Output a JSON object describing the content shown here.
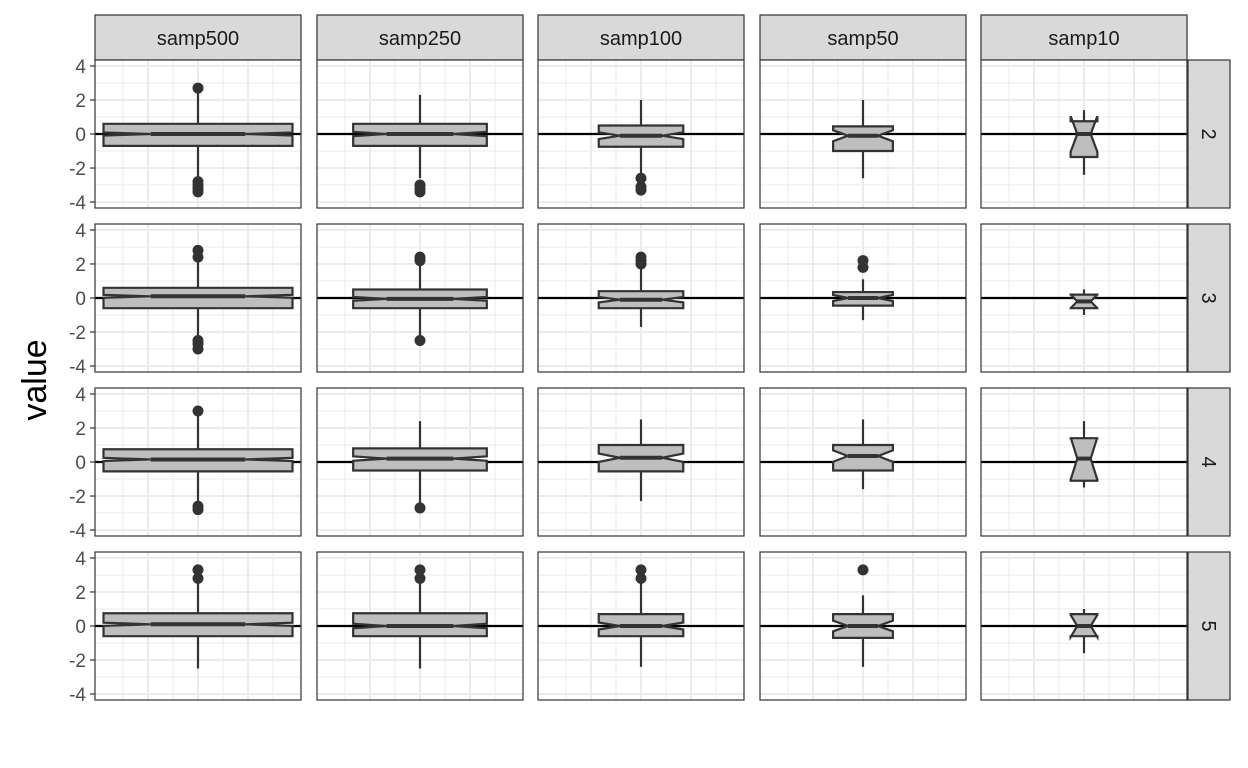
{
  "chart_data": {
    "type": "boxplot",
    "title": "",
    "xlabel": "",
    "ylabel": "value",
    "ylim": [
      -4.35,
      4.35
    ],
    "yticks": [
      -4,
      -2,
      0,
      2,
      4
    ],
    "hline": 0,
    "notched": true,
    "varwidth": true,
    "columns": [
      {
        "label": "samp500",
        "n": 500
      },
      {
        "label": "samp250",
        "n": 250
      },
      {
        "label": "samp100",
        "n": 100
      },
      {
        "label": "samp50",
        "n": 50
      },
      {
        "label": "samp10",
        "n": 10
      }
    ],
    "rows": [
      {
        "label": "2",
        "boxes": [
          {
            "q1": -0.7,
            "med": 0.0,
            "q3": 0.6,
            "lo": -2.6,
            "hi": 2.5,
            "out": [
              2.7,
              -2.8,
              -3.0,
              -3.2,
              -3.4
            ]
          },
          {
            "q1": -0.7,
            "med": 0.0,
            "q3": 0.6,
            "lo": -2.6,
            "hi": 2.3,
            "out": [
              -3.0,
              -3.2,
              -3.4
            ]
          },
          {
            "q1": -0.75,
            "med": -0.1,
            "q3": 0.5,
            "lo": -2.4,
            "hi": 2.0,
            "out": [
              -2.6,
              -3.1,
              -3.3
            ]
          },
          {
            "q1": -1.0,
            "med": -0.1,
            "q3": 0.45,
            "lo": -2.6,
            "hi": 2.0,
            "out": []
          },
          {
            "q1": -1.35,
            "med": 0.0,
            "q3": 0.75,
            "lo": -2.4,
            "hi": 1.4,
            "out": []
          }
        ]
      },
      {
        "label": "3",
        "boxes": [
          {
            "q1": -0.6,
            "med": 0.1,
            "q3": 0.6,
            "lo": -2.3,
            "hi": 2.1,
            "out": [
              2.4,
              2.8,
              -2.5,
              -2.7,
              -3.0
            ]
          },
          {
            "q1": -0.6,
            "med": -0.05,
            "q3": 0.5,
            "lo": -2.3,
            "hi": 1.9,
            "out": [
              2.2,
              2.4,
              -2.5
            ]
          },
          {
            "q1": -0.6,
            "med": -0.1,
            "q3": 0.4,
            "lo": -1.7,
            "hi": 1.8,
            "out": [
              2.0,
              2.2,
              2.4
            ]
          },
          {
            "q1": -0.45,
            "med": 0.0,
            "q3": 0.35,
            "lo": -1.3,
            "hi": 1.1,
            "out": [
              1.8,
              2.2
            ]
          },
          {
            "q1": -0.6,
            "med": -0.2,
            "q3": 0.2,
            "lo": -1.0,
            "hi": 0.5,
            "out": []
          }
        ]
      },
      {
        "label": "4",
        "boxes": [
          {
            "q1": -0.55,
            "med": 0.15,
            "q3": 0.75,
            "lo": -2.5,
            "hi": 2.7,
            "out": [
              3.0,
              -2.6,
              -2.8
            ]
          },
          {
            "q1": -0.5,
            "med": 0.2,
            "q3": 0.8,
            "lo": -2.4,
            "hi": 2.4,
            "out": [
              -2.7
            ]
          },
          {
            "q1": -0.55,
            "med": 0.25,
            "q3": 1.0,
            "lo": -2.3,
            "hi": 2.5,
            "out": []
          },
          {
            "q1": -0.5,
            "med": 0.35,
            "q3": 1.0,
            "lo": -1.6,
            "hi": 2.5,
            "out": []
          },
          {
            "q1": -1.1,
            "med": 0.2,
            "q3": 1.4,
            "lo": -1.5,
            "hi": 2.4,
            "out": []
          }
        ]
      },
      {
        "label": "5",
        "boxes": [
          {
            "q1": -0.6,
            "med": 0.1,
            "q3": 0.75,
            "lo": -2.5,
            "hi": 2.6,
            "out": [
              2.8,
              3.3
            ]
          },
          {
            "q1": -0.6,
            "med": 0.0,
            "q3": 0.75,
            "lo": -2.5,
            "hi": 2.6,
            "out": [
              2.8,
              3.3
            ]
          },
          {
            "q1": -0.6,
            "med": 0.0,
            "q3": 0.7,
            "lo": -2.4,
            "hi": 2.6,
            "out": [
              2.8,
              3.3
            ]
          },
          {
            "q1": -0.7,
            "med": 0.0,
            "q3": 0.7,
            "lo": -2.4,
            "hi": 1.8,
            "out": [
              3.3
            ]
          },
          {
            "q1": -0.6,
            "med": 0.0,
            "q3": 0.7,
            "lo": -1.6,
            "hi": 1.0,
            "out": []
          }
        ]
      }
    ],
    "colors": {
      "fill": "#bebebe",
      "stroke": "#333333",
      "strip": "#d9d9d9",
      "grid": "#ebebeb"
    }
  }
}
